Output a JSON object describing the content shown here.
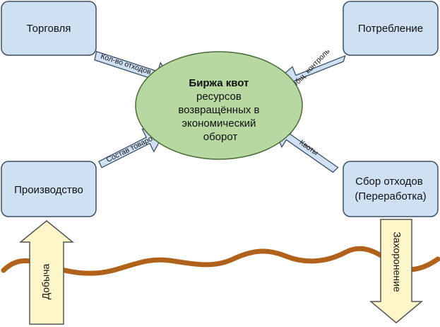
{
  "nodes": {
    "trade": "Торговля",
    "consumption": "Потребление",
    "production": "Производство",
    "waste_collection_line1": "Сбор отходов",
    "waste_collection_line2": "(Переработка)"
  },
  "center": {
    "title": "Биржа квот",
    "line1": "ресурсов",
    "line2": "возвращённых в",
    "line3": "экономический",
    "line4": "оборот"
  },
  "arrows": {
    "trade_to_center": "Кол-во отходов",
    "consumption_to_center": "Общ. контроль",
    "production_to_center": "Состав товаров",
    "waste_to_center": "Квоты",
    "extraction": "Добыча",
    "burial": "Захоронение"
  },
  "colors": {
    "box_fill": "#cfe0f3",
    "box_stroke": "#3c4f66",
    "center_fill": "#b7d8a0",
    "center_stroke": "#4a6a3a",
    "small_arrow_fill": "#cfe0f3",
    "big_arrow_fill": "#fdf6c8",
    "ground_line": "#b0621a"
  }
}
